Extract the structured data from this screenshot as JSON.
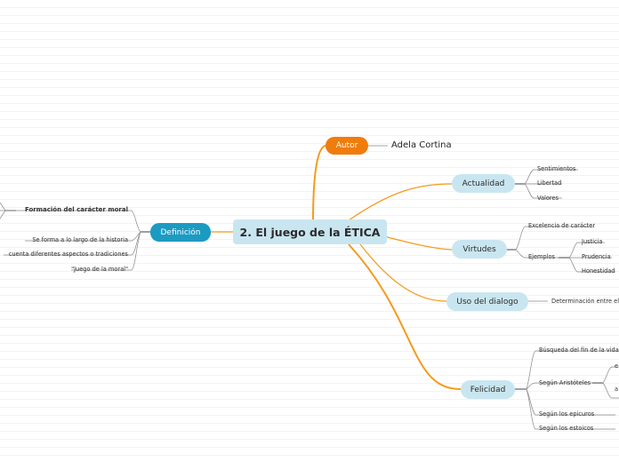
{
  "central": "2. El juego de la ÉTICA",
  "autor": {
    "label": "Autor",
    "name": "Adela Cortina"
  },
  "definicion": {
    "label": "Definición",
    "items": [
      "Formación del carácter moral",
      "Se forma a lo largo de la historia",
      "cuenta diferentes aspectos o tradiciones",
      "\"Juego de la moral\""
    ]
  },
  "actualidad": {
    "label": "Actualidad",
    "items": [
      "Sentimientos",
      "Libertad",
      "Valores"
    ]
  },
  "virtudes": {
    "label": "Virtudes",
    "excelencia": "Excelencia de carácter",
    "ejemplos": "Ejemplos",
    "ejemplos_items": [
      "Justicia",
      "Prudencia",
      "Honestidad"
    ]
  },
  "uso": {
    "label": "Uso del dialogo",
    "item": "Determinación entre el"
  },
  "felicidad": {
    "label": "Felicidad",
    "busqueda": "Búsqueda del fin de la vida",
    "aristoteles": "Según Aristóteles",
    "aristoteles_items": [
      "e",
      "a"
    ],
    "epicuros": "Según los epicuros",
    "estoicos": "Según los estoicos"
  },
  "colors": {
    "orange": "#f59a1c",
    "autor": "#f07c0c",
    "definicion": "#1c9bc2",
    "topic": "#c9e6f0"
  }
}
